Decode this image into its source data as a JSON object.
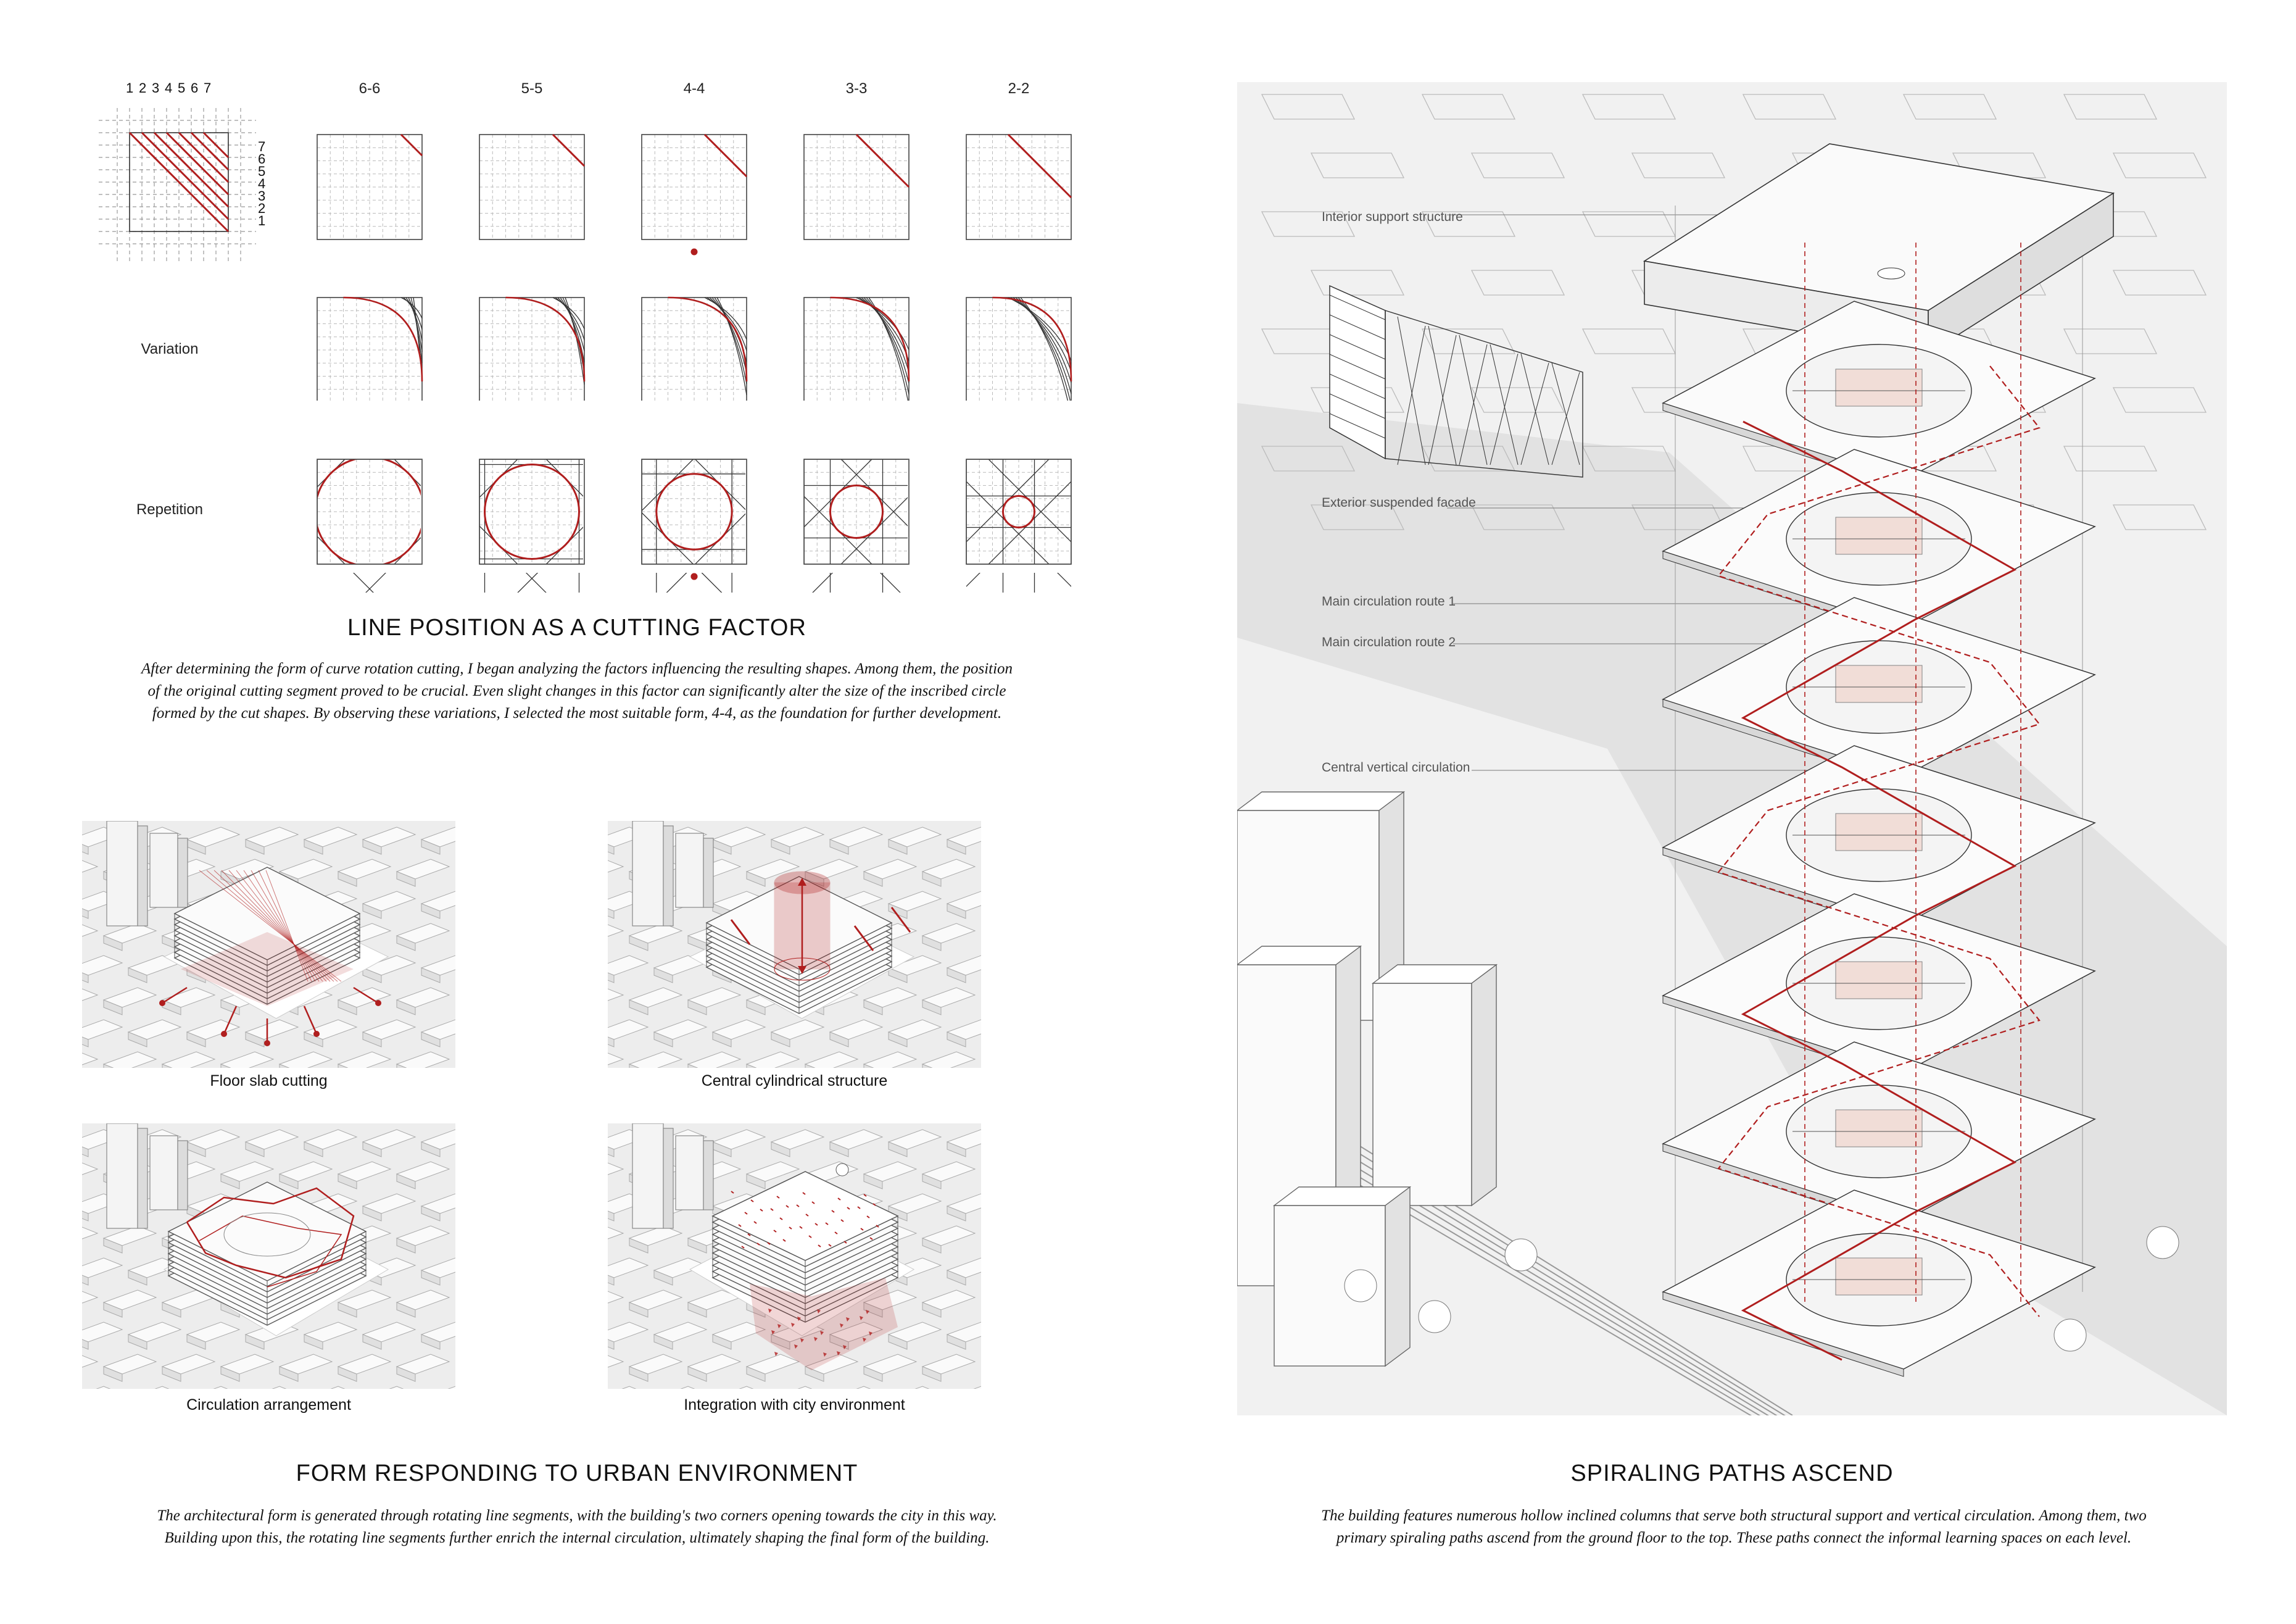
{
  "study": {
    "axis_numbers": [
      "1",
      "2",
      "3",
      "4",
      "5",
      "6",
      "7"
    ],
    "columns": [
      "6-6",
      "5-5",
      "4-4",
      "3-3",
      "2-2"
    ],
    "rows": [
      "",
      "Variation",
      "Repetition"
    ],
    "inscribed_circle_fraction": [
      0.52,
      0.45,
      0.36,
      0.25,
      0.15
    ],
    "selected_column": "4-4",
    "accent": "#b01e1e"
  },
  "section1": {
    "title": "LINE POSITION AS A CUTTING FACTOR",
    "para_lines": [
      "After determining the form of curve rotation cutting, I began analyzing the factors influencing the resulting shapes. Among them, the position",
      "of the original cutting segment proved to be crucial. Even slight changes in this factor can significantly alter the size of the inscribed circle",
      "formed by the cut shapes. By observing these variations, I selected the most suitable form, 4-4, as the foundation for further development."
    ]
  },
  "section2": {
    "panels": [
      "Floor slab cutting",
      "Central cylindrical structure",
      "Circulation arrangement",
      "Integration with city environment"
    ],
    "title": "FORM RESPONDING TO URBAN ENVIRONMENT",
    "para_lines": [
      "The architectural form is generated through rotating line segments, with the building's two corners opening towards the city in this way.",
      "Building upon this, the rotating line segments further enrich the internal circulation, ultimately shaping the final form of the building."
    ]
  },
  "section3": {
    "annotations": [
      "Interior support structure",
      "Exterior suspended facade",
      "Main circulation route 1",
      "Main circulation route 2",
      "Central vertical circulation"
    ],
    "title": "SPIRALING PATHS ASCEND",
    "para_lines": [
      "The building features numerous hollow inclined columns that serve both structural support and vertical circulation. Among them, two",
      "primary spiraling paths ascend from the ground floor to the top. These paths connect the informal learning spaces on each level."
    ]
  }
}
